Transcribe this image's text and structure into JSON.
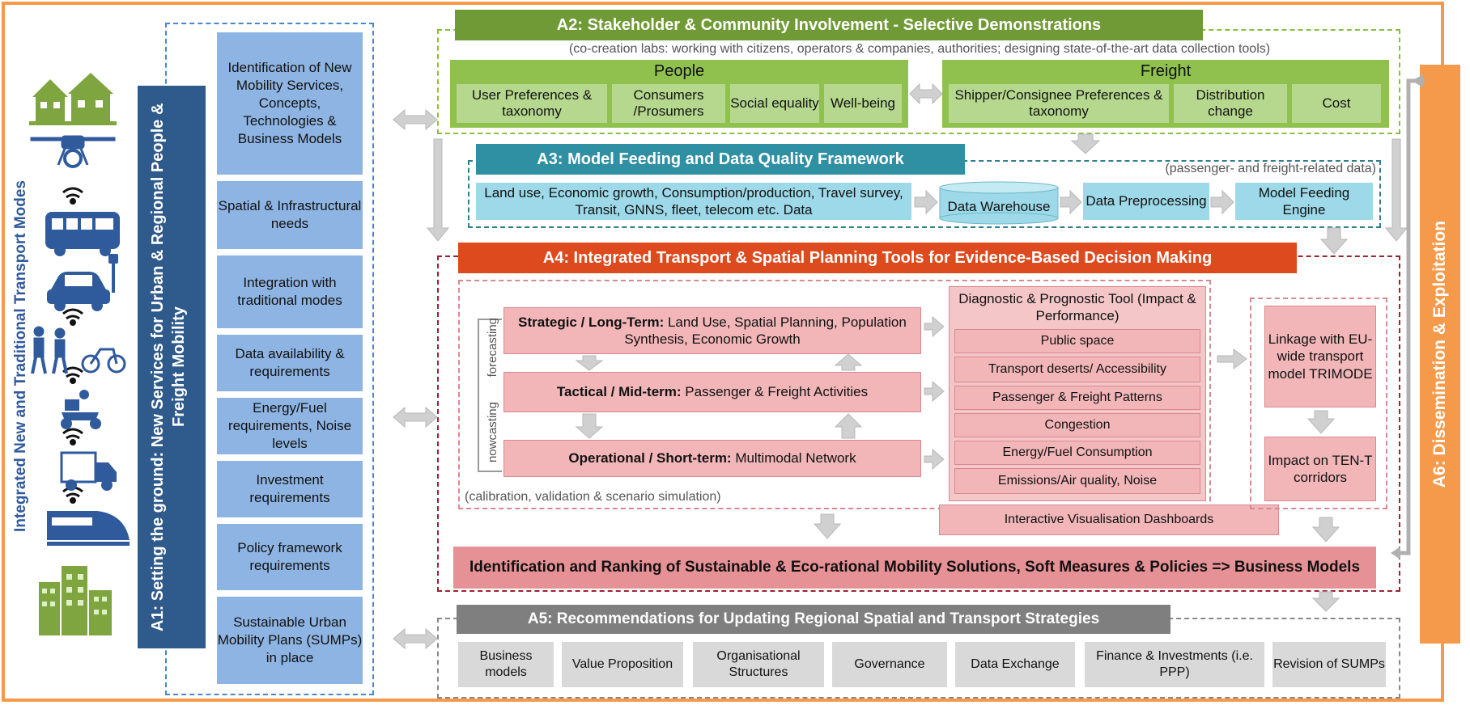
{
  "left_modes_label": "Integrated New and Traditional Transport Modes",
  "icons": [
    "houses-icon",
    "drone-icon",
    "wifi-icon",
    "bus-icon",
    "car-icon",
    "pedestrians-bicycle-icon",
    "scooter-icon",
    "truck-icon",
    "train-icon",
    "buildings-icon"
  ],
  "a1": {
    "title": "A1: Setting the ground: New Services for Urban & Regional People & Freight Mobility",
    "items": [
      "Identification of New Mobility Services, Concepts, Technologies & Business Models",
      "Spatial & Infrastructural needs",
      "Integration with traditional modes",
      "Data availability & requirements",
      "Energy/Fuel requirements, Noise levels",
      "Investment requirements",
      "Policy framework requirements",
      "Sustainable Urban Mobility Plans (SUMPs) in place"
    ]
  },
  "a2": {
    "title": "A2: Stakeholder & Community Involvement - Selective Demonstrations",
    "subtitle": "(co-creation labs: working with citizens, operators & companies, authorities; designing state-of-the-art data collection tools)",
    "people": {
      "title": "People",
      "items": [
        "User Preferences & taxonomy",
        "Consumers /Prosumers",
        "Social equality",
        "Well-being"
      ]
    },
    "freight": {
      "title": "Freight",
      "items": [
        "Shipper/Consignee Preferences & taxonomy",
        "Distribution change",
        "Cost"
      ]
    }
  },
  "a3": {
    "title": "A3: Model Feeding and Data Quality Framework",
    "note": "(passenger- and freight-related data)",
    "steps": [
      "Land use, Economic growth, Consumption/production, Travel survey, Transit, GNNS, fleet, telecom etc. Data",
      "Data Warehouse",
      "Data Preprocessing",
      "Model Feeding Engine"
    ]
  },
  "a4": {
    "title": "A4: Integrated Transport & Spatial Planning Tools for Evidence-Based Decision Making",
    "forecasting": "forecasting",
    "nowcasting": "nowcasting",
    "levels": [
      {
        "bold": "Strategic / Long-Term:",
        "text": " Land Use, Spatial Planning, Population Synthesis, Economic Growth"
      },
      {
        "bold": "Tactical / Mid-term:",
        "text": " Passenger & Freight Activities"
      },
      {
        "bold": "Operational / Short-term:",
        "text": " Multimodal Network"
      }
    ],
    "calibration_note": "(calibration, validation & scenario simulation)",
    "diagnostic_title": "Diagnostic & Prognostic Tool (Impact & Performance)",
    "diagnostic_items": [
      "Public space",
      "Transport deserts/ Accessibility",
      "Passenger & Freight Patterns",
      "Congestion",
      "Energy/Fuel Consumption",
      "Emissions/Air quality, Noise"
    ],
    "dashboards": "Interactive Visualisation Dashboards",
    "linkage": "Linkage with EU-wide transport model TRIMODE",
    "impact": "Impact on TEN-T corridors",
    "ranking": "Identification and Ranking of Sustainable & Eco-rational Mobility Solutions, Soft Measures & Policies => Business Models"
  },
  "a5": {
    "title": "A5: Recommendations for Updating Regional Spatial and Transport Strategies",
    "items": [
      "Business models",
      "Value Proposition",
      "Organisational Structures",
      "Governance",
      "Data Exchange",
      "Finance & Investments (i.e. PPP)",
      "Revision of SUMPs"
    ]
  },
  "a6": {
    "title": "A6: Dissemination & Exploitation"
  },
  "colors": {
    "orange": "#f59a4a",
    "a1_dark": "#2f5a8c",
    "a1_item": "#8eb4e3",
    "green": "#6f9a35",
    "teal": "#2f8fa3",
    "red": "#dd4a1e",
    "grey": "#7f7f7f"
  }
}
